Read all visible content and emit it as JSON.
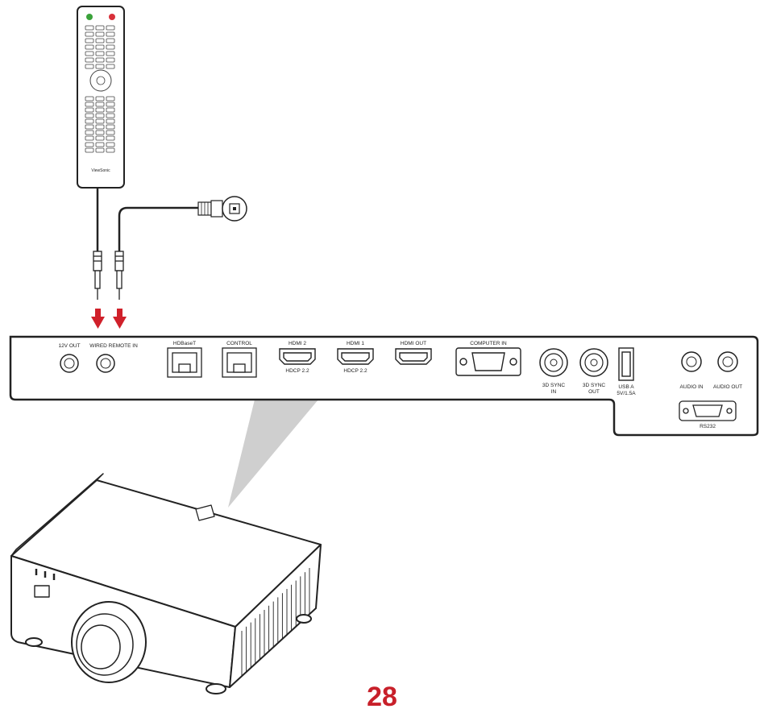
{
  "panel": {
    "ports": {
      "v12_out": "12V OUT",
      "wired_remote_in": "WIRED REMOTE IN",
      "hdbaset": "HDBaseT",
      "control": "CONTROL",
      "hdmi2": "HDMI 2",
      "hdmi2_sub": "HDCP 2.2",
      "hdmi1": "HDMI 1",
      "hdmi1_sub": "HDCP 2.2",
      "hdmi_out": "HDMI OUT",
      "computer_in": "COMPUTER IN",
      "sync_in_1": "3D SYNC",
      "sync_in_2": "IN",
      "sync_out_1": "3D SYNC",
      "sync_out_2": "OUT",
      "usb_1": "USB A",
      "usb_2": "5V/1.5A",
      "audio_in": "AUDIO IN",
      "audio_out": "AUDIO OUT",
      "rs232": "RS232"
    }
  },
  "remote": {
    "brand": "ViewSonic"
  },
  "page_number": "28",
  "colors": {
    "arrow": "#d0202a",
    "page_number": "#c8202a",
    "outline": "#222222"
  }
}
